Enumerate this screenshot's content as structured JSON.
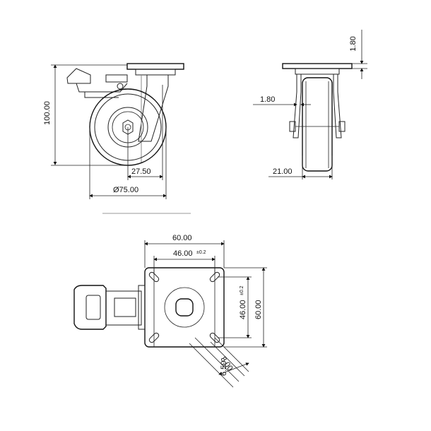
{
  "drawing": {
    "side_view": {
      "height_label": "100.00",
      "offset_label": "27.50",
      "wheel_diameter_label": "Ø75.00"
    },
    "front_view": {
      "plate_thickness_label": "1.80",
      "fork_thickness_label": "1.80",
      "wheel_width_label": "21.00"
    },
    "top_view": {
      "plate_width_label": "60.00",
      "hole_spacing_x_label": "46.00",
      "hole_spacing_x_tol": "±0.2",
      "hole_spacing_y_label": "46.00",
      "hole_spacing_y_tol": "±0.2",
      "plate_height_label": "60.00",
      "slot_length_label": "8.00",
      "slot_width_label": "6.50"
    }
  }
}
